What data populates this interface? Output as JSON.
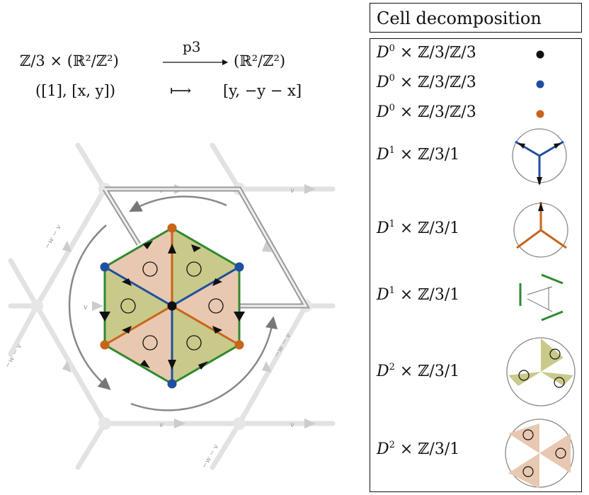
{
  "map": {
    "domain": "ℤ/3 × (ℝ²/ℤ²)",
    "arrow_label": "p3",
    "codomain": "(ℝ²/ℤ²)",
    "source_element": "([1], [x, y])",
    "mapsto": "⟼",
    "target_element": "[y, −y − x]"
  },
  "legend": {
    "title": "Cell decomposition",
    "rows": [
      {
        "dim": "D",
        "sup": "0",
        "group": "× ℤ/3/ℤ/3",
        "marker": "vertex",
        "color": "#111111"
      },
      {
        "dim": "D",
        "sup": "0",
        "group": "× ℤ/3/ℤ/3",
        "marker": "vertex",
        "color": "#1f4fa0"
      },
      {
        "dim": "D",
        "sup": "0",
        "group": "× ℤ/3/ℤ/3",
        "marker": "vertex",
        "color": "#c8651b"
      },
      {
        "dim": "D",
        "sup": "1",
        "group": "× ℤ/3/1",
        "marker": "edge-tripod",
        "color": "#1f4fa0"
      },
      {
        "dim": "D",
        "sup": "1",
        "group": "× ℤ/3/1",
        "marker": "edge-tripod",
        "color": "#c8651b"
      },
      {
        "dim": "D",
        "sup": "1",
        "group": "× ℤ/3/1",
        "marker": "edge-triple",
        "color": "#2f8a2f"
      },
      {
        "dim": "D",
        "sup": "2",
        "group": "× ℤ/3/1",
        "marker": "face-triple",
        "color": "#c9c98a"
      },
      {
        "dim": "D",
        "sup": "2",
        "group": "× ℤ/3/1",
        "marker": "face-triple",
        "color": "#e8c8b0"
      }
    ]
  },
  "lattice": {
    "edge_label_v": "v",
    "edge_label_w": "−w − v"
  },
  "colors": {
    "blue": "#1f4fa0",
    "orange": "#c8651b",
    "green": "#2f8a2f",
    "olive_face": "#c9c98a",
    "peach_face": "#e8c8b0",
    "gray_lattice": "#d9d9d9"
  }
}
